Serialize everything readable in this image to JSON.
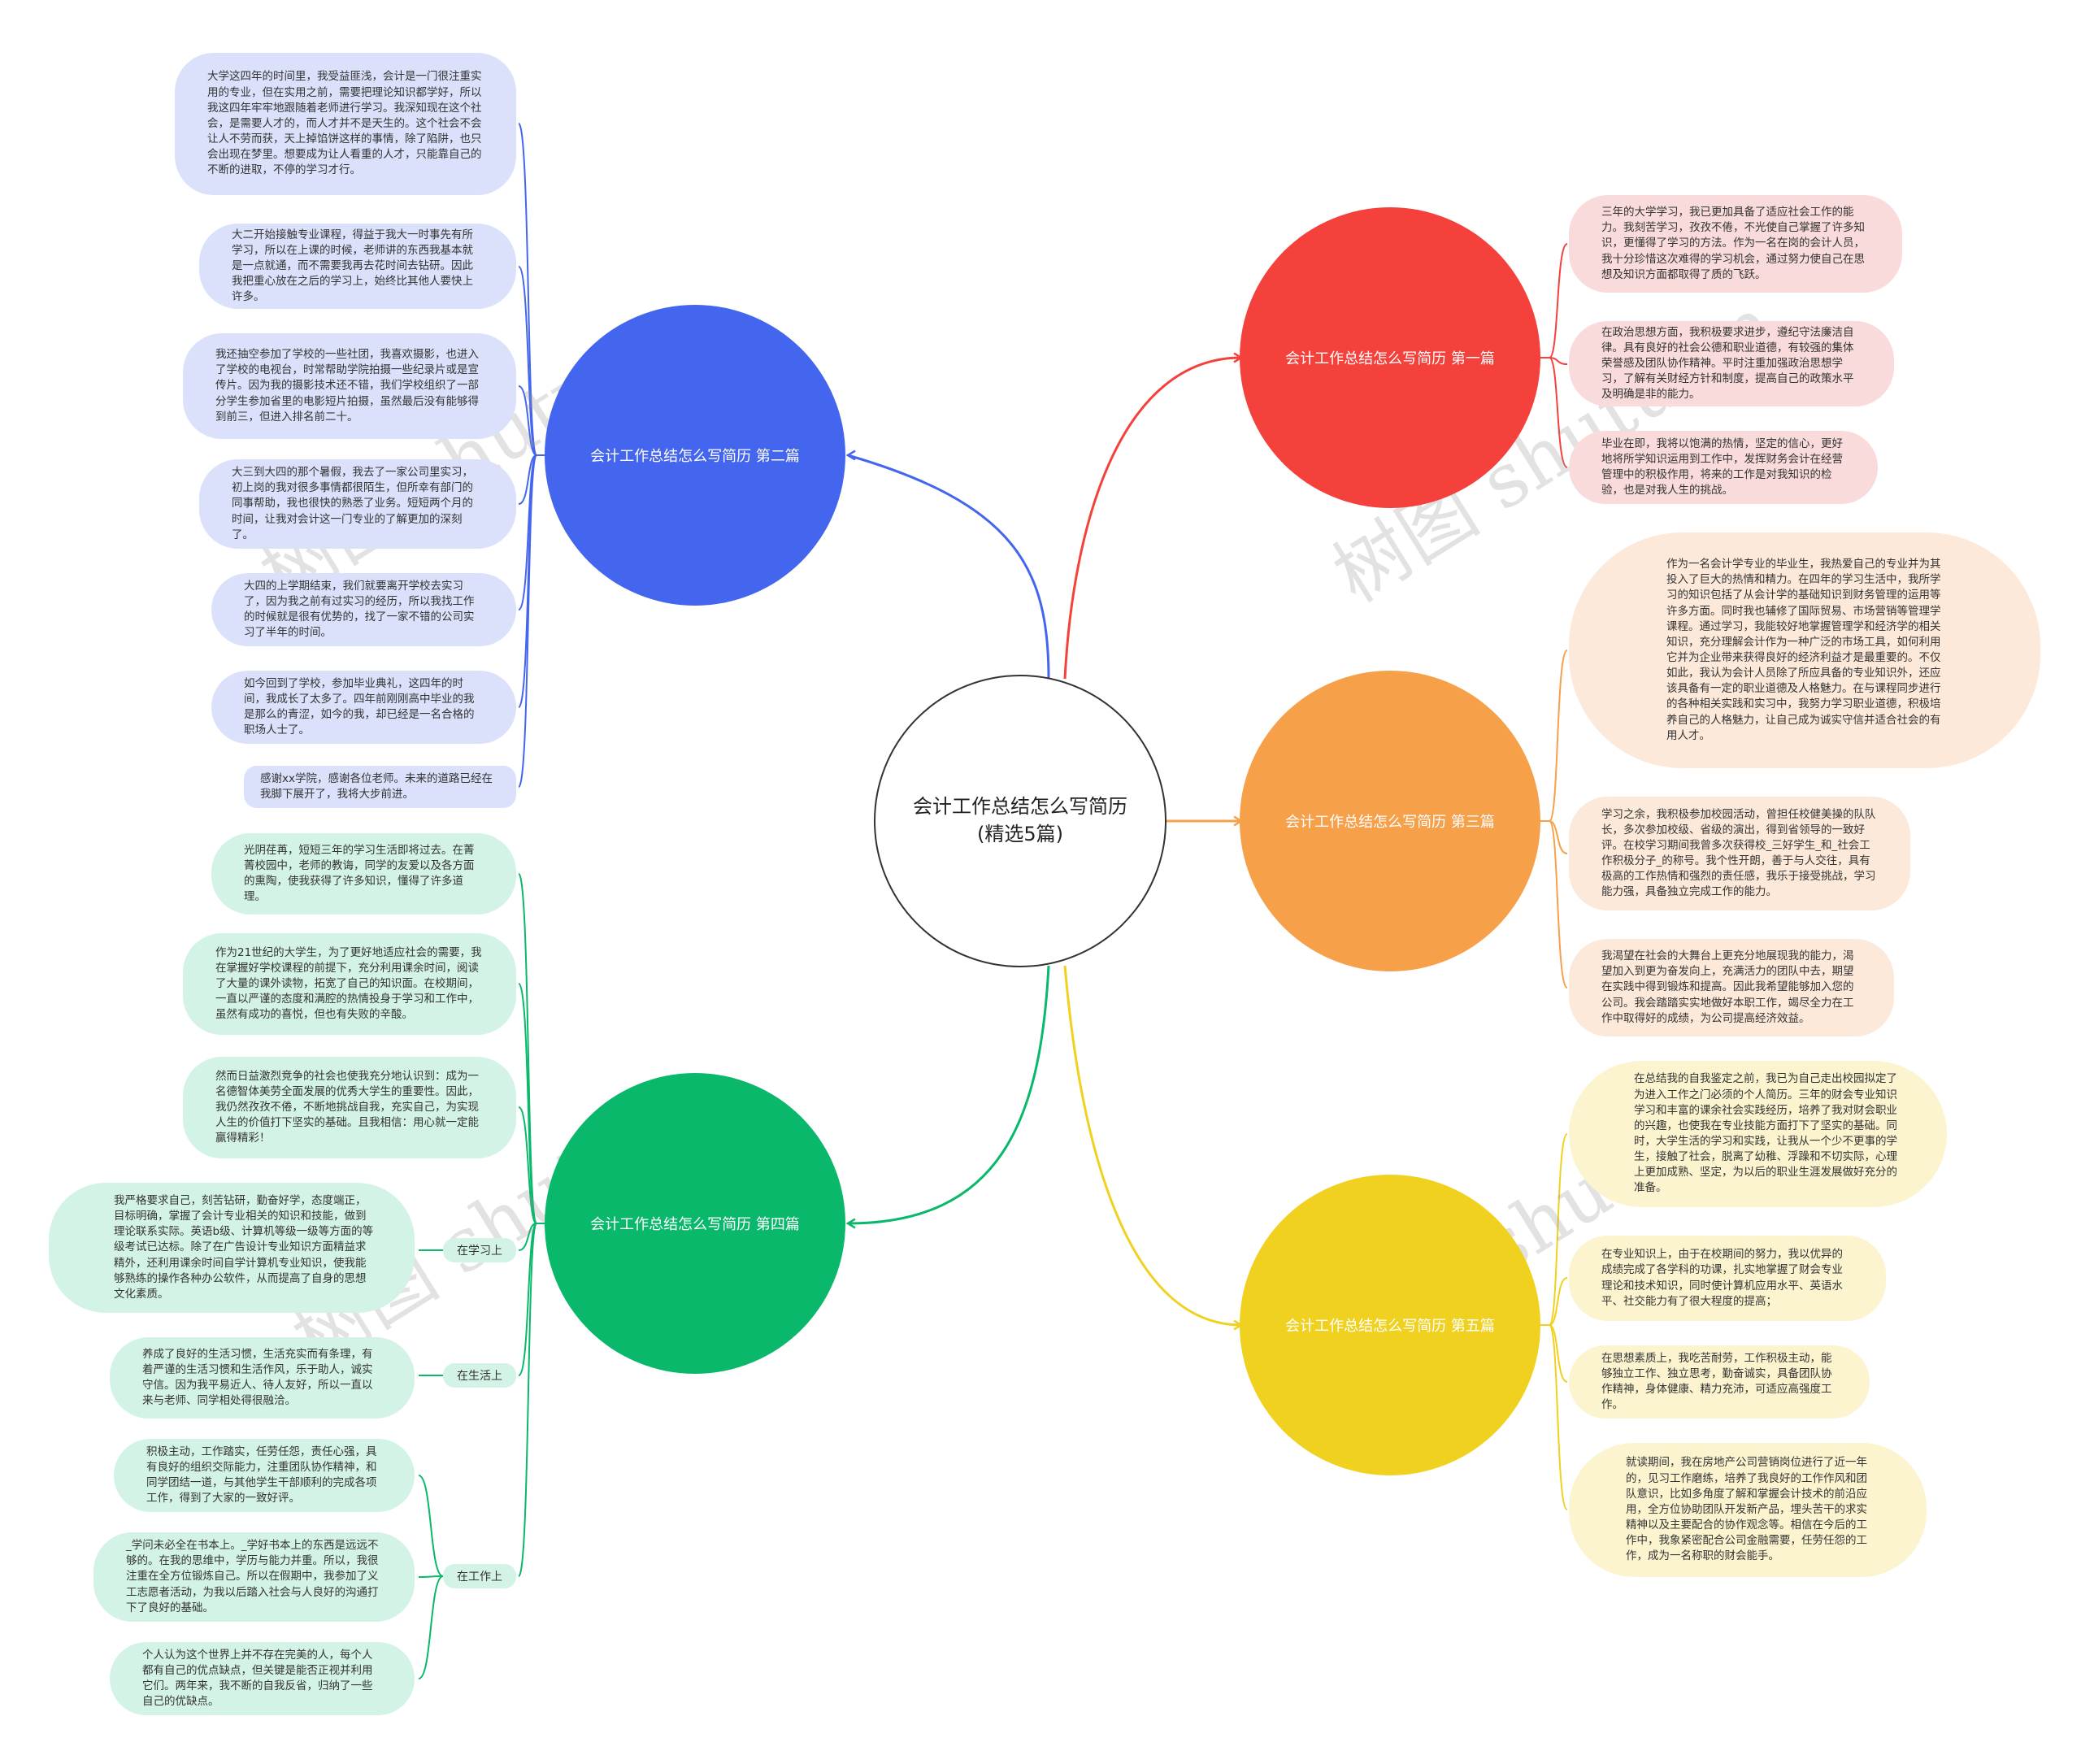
{
  "center": {
    "title": "会计工作总结怎么写简历(精选5篇)"
  },
  "branches": [
    {
      "id": "p2",
      "title": "会计工作总结怎么写简历 第二篇",
      "color": "#4466ee",
      "leaves": [
        "大学这四年的时间里，我受益匪浅，会计是一门很注重实用的专业，但在实用之前，需要把理论知识都学好，所以我这四年牢牢地跟随着老师进行学习。我深知现在这个社会，是需要人才的，而人才并不是天生的。这个社会不会让人不劳而获，天上掉馅饼这样的事情，除了陷阱，也只会出现在梦里。想要成为让人看重的人才，只能靠自己的不断的进取，不停的学习才行。",
        "大二开始接触专业课程，得益于我大一时事先有所学习，所以在上课的时候，老师讲的东西我基本就是一点就通，而不需要我再去花时间去钻研。因此我把重心放在之后的学习上，始终比其他人要快上许多。",
        "我还抽空参加了学校的一些社团，我喜欢摄影，也进入了学校的电视台，时常帮助学院拍摄一些纪录片或是宣传片。因为我的摄影技术还不错，我们学校组织了一部分学生参加省里的电影短片拍摄，虽然最后没有能够得到前三，但进入排名前二十。",
        "大三到大四的那个暑假，我去了一家公司里实习，初上岗的我对很多事情都很陌生，但所幸有部门的同事帮助，我也很快的熟悉了业务。短短两个月的时间，让我对会计这一门专业的了解更加的深刻了。",
        "大四的上学期结束，我们就要离开学校去实习了，因为我之前有过实习的经历，所以我找工作的时候就是很有优势的，找了一家不错的公司实习了半年的时间。",
        "如今回到了学校，参加毕业典礼，这四年的时间，我成长了太多了。四年前刚刚高中毕业的我是那么的青涩，如今的我，却已经是一名合格的职场人士了。",
        "感谢xx学院，感谢各位老师。未来的道路已经在我脚下展开了，我将大步前进。"
      ]
    },
    {
      "id": "p1",
      "title": "会计工作总结怎么写简历 第一篇",
      "color": "#f5413b",
      "leaves": [
        "三年的大学学习，我已更加具备了适应社会工作的能力。我刻苦学习，孜孜不倦，不光使自己掌握了许多知识，更懂得了学习的方法。作为一名在岗的会计人员，我十分珍惜这次难得的学习机会，通过努力使自己在思想及知识方面都取得了质的飞跃。",
        "在政治思想方面，我积极要求进步，遵纪守法廉洁自律。具有良好的社会公德和职业道德，有较强的集体荣誉感及团队协作精神。平时注重加强政治思想学习，了解有关财经方针和制度，提高自己的政策水平及明确是非的能力。",
        "毕业在即，我将以饱满的热情，坚定的信心，更好地将所学知识运用到工作中，发挥财务会计在经营管理中的积极作用，将来的工作是对我知识的检验，也是对我人生的挑战。"
      ]
    },
    {
      "id": "p3",
      "title": "会计工作总结怎么写简历 第三篇",
      "color": "#f6a04a",
      "leaves": [
        "作为一名会计学专业的毕业生，我热爱自己的专业并为其投入了巨大的热情和精力。在四年的学习生活中，我所学习的知识包括了从会计学的基础知识到财务管理的运用等许多方面。同时我也辅修了国际贸易、市场营销等管理学课程。通过学习，我能较好地掌握管理学和经济学的相关知识，充分理解会计作为一种广泛的市场工具，如何利用它并为企业带来获得良好的经济利益才是最重要的。不仅如此，我认为会计人员除了所应具备的专业知识外，还应该具备有一定的职业道德及人格魅力。在与课程同步进行的各种相关实践和实习中，我努力学习职业道德，积极培养自己的人格魅力，让自己成为诚实守信并适合社会的有用人才。",
        "学习之余，我积极参加校园活动，曾担任校健美操的队队长，多次参加校级、省级的演出，得到省领导的一致好评。在校学习期间我曾多次获得校_三好学生_和_社会工作积极分子_的称号。我个性开朗，善于与人交往，具有极高的工作热情和强烈的责任感，我乐于接受挑战，学习能力强，具备独立完成工作的能力。",
        "我渴望在社会的大舞台上更充分地展现我的能力，渴望加入到更为奋发向上，充满活力的团队中去，期望在实践中得到锻炼和提高。因此我希望能够加入您的公司。我会踏踏实实地做好本职工作，竭尽全力在工作中取得好的成绩，为公司提高经济效益。"
      ]
    },
    {
      "id": "p4",
      "title": "会计工作总结怎么写简历 第四篇",
      "color": "#09b86a",
      "leaves": [
        "光阴荏苒，短短三年的学习生活即将过去。在菁菁校园中，老师的教诲，同学的友爱以及各方面的熏陶，使我获得了许多知识，懂得了许多道理。",
        "作为21世纪的大学生，为了更好地适应社会的需要，我在掌握好学校课程的前提下，充分利用课余时间，阅读了大量的课外读物，拓宽了自己的知识面。在校期间，一直以严谨的态度和满腔的热情投身于学习和工作中，虽然有成功的喜悦，但也有失败的辛酸。",
        "然而日益激烈竞争的社会也使我充分地认识到：成为一名德智体美劳全面发展的优秀大学生的重要性。因此，我仍然孜孜不倦，不断地挑战自我，充实自己，为实现人生的价值打下坚实的基础。且我相信：用心就一定能赢得精彩！"
      ],
      "groups": [
        {
          "label": "在学习上",
          "leaves": [
            "我严格要求自己，刻苦钻研，勤奋好学，态度端正，目标明确，掌握了会计专业相关的知识和技能，做到理论联系实际。英语b级、计算机等级一级等方面的等级考试已达标。除了在广告设计专业知识方面精益求精外，还利用课余时间自学计算机专业知识，使我能够熟练的操作各种办公软件，从而提高了自身的思想文化素质。"
          ]
        },
        {
          "label": "在生活上",
          "leaves": [
            "养成了良好的生活习惯，生活充实而有条理，有着严谨的生活习惯和生活作风，乐于助人，诚实守信。因为我平易近人、待人友好，所以一直以来与老师、同学相处得很融洽。"
          ]
        },
        {
          "label": "在工作上",
          "leaves": [
            "积极主动，工作踏实，任劳任怨，责任心强，具有良好的组织交际能力，注重团队协作精神，和同学团结一道，与其他学生干部顺利的完成各项工作，得到了大家的一致好评。",
            "_学问未必全在书本上。_学好书本上的东西是远远不够的。在我的思维中，学历与能力并重。所以，我很注重在全方位锻炼自己。所以在假期中，我参加了义工志愿者活动，为我以后踏入社会与人良好的沟通打下了良好的基础。",
            "个人认为这个世界上并不存在完美的人，每个人都有自己的优点缺点，但关键是能否正视并利用它们。两年来，我不断的自我反省，归纳了一些自己的优缺点。"
          ]
        }
      ]
    },
    {
      "id": "p5",
      "title": "会计工作总结怎么写简历 第五篇",
      "color": "#f0d11f",
      "leaves": [
        "在总结我的自我鉴定之前，我已为自己走出校园拟定了为进入工作之门必须的个人简历。三年的财会专业知识学习和丰富的课余社会实践经历，培养了我对财会职业的兴趣，也使我在专业技能方面打下了坚实的基础。同时，大学生活的学习和实践，让我从一个少不更事的学生，接触了社会，脱离了幼稚、浮躁和不切实际，心理上更加成熟、坚定，为以后的职业生涯发展做好充分的准备。",
        "在专业知识上，由于在校期间的努力，我以优异的成绩完成了各学科的功课，扎实地掌握了财会专业理论和技术知识，同时使计算机应用水平、英语水平、社交能力有了很大程度的提高；",
        "在思想素质上，我吃苦耐劳，工作积极主动，能够独立工作、独立思考，勤奋诚实，具备团队协作精神，身体健康、精力充沛，可适应高强度工作。",
        "就读期间，我在房地产公司营销岗位进行了近一年的，见习工作磨练，培养了我良好的工作作风和团队意识，比如多角度了解和掌握会计技术的前沿应用，全方位协助团队开发新产品，埋头苦干的求实精神以及主要配合的协作观念等。相信在今后的工作中，我象紧密配合公司金融需要，任劳任怨的工作，成为一名称职的财会能手。"
      ]
    }
  ],
  "watermark": "树图 shutu.cn"
}
